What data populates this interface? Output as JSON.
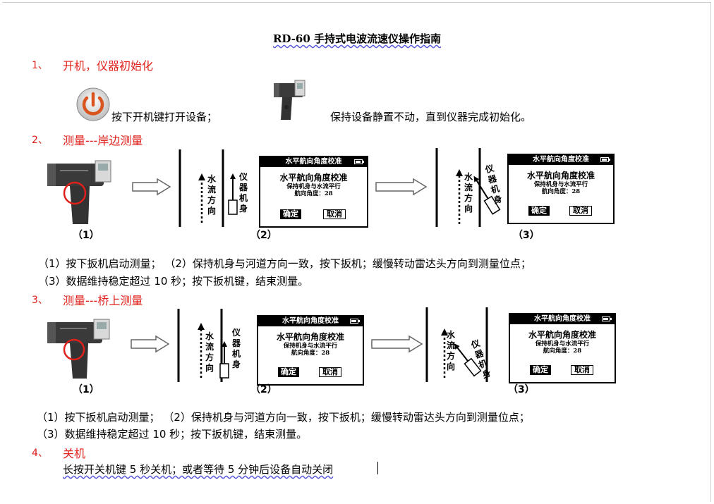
{
  "title": "RD-60 手持式电波流速仪操作指南",
  "sections": [
    {
      "num": "1、",
      "heading": "开机，仪器初始化",
      "line_a": "按下开机键打开设备；",
      "line_b": "保持设备静置不动，直到仪器完成初始化。"
    },
    {
      "num": "2、",
      "heading": "测量---岸边测量",
      "captions": [
        "（1）",
        "（2）",
        "（3）"
      ],
      "note1": "（1）按下扳机启动测量；   （2）保持机身与河道方向一致，按下扳机；缓慢转动雷达头方向到测量位点；",
      "note2": "（3）数据维持稳定超过 10 秒；按下扳机键，结束测量。"
    },
    {
      "num": "3、",
      "heading": "测量---桥上测量",
      "captions": [
        "（1）",
        "（2）",
        "（3）"
      ],
      "note1": "（1）按下扳机启动测量；   （2）保持机身与河道方向一致，按下扳机；缓慢转动雷达头方向到测量位点；",
      "note2": "（3）数据维持稳定超过 10 秒；按下扳机键，结束测量。"
    },
    {
      "num": "4、",
      "heading": "关机",
      "line_a": "长按开关机键 5 秒关机；或者等待 5 分钟后设备自动关闭"
    }
  ],
  "diagram": {
    "flow_label": "水流方向",
    "device_label": "仪器机身"
  },
  "screen": {
    "header": "水平航向角度校准",
    "big": "水平航向角度校准",
    "line1": "保持机身与水流平行",
    "line2": "航向角度：28",
    "ok": "确定",
    "cancel": "取消"
  },
  "colors": {
    "accent": "#e0201b",
    "power_icon": "#d9541e"
  },
  "icons": [
    "power-icon",
    "radar-gun-icon",
    "arrow-right-icon",
    "arrow-up-icon"
  ]
}
